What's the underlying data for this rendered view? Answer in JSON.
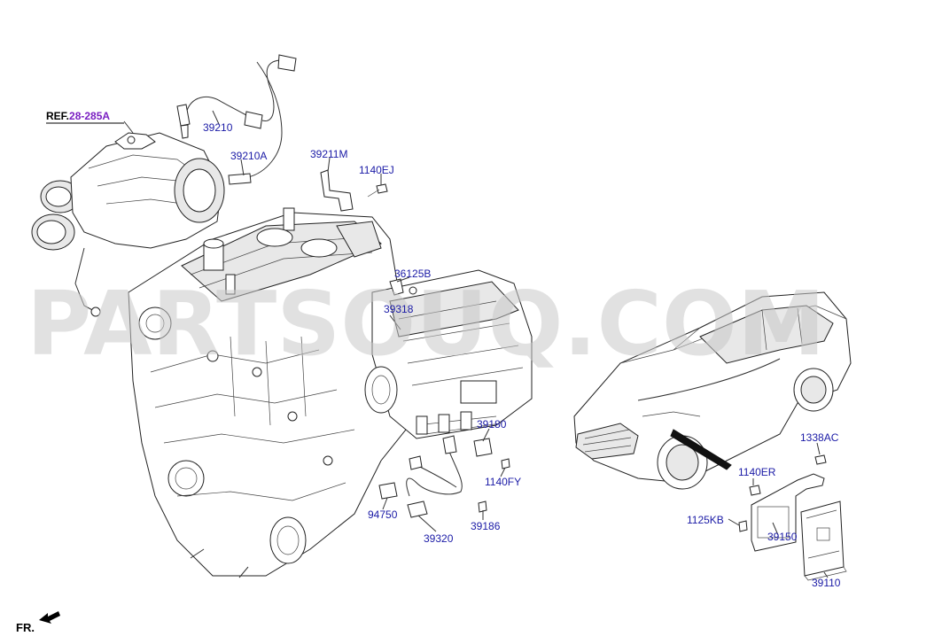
{
  "ref": {
    "prefix": "REF.",
    "code": "28-285A"
  },
  "watermark": "PARTSOUQ.COM",
  "front_label": "FR.",
  "parts": {
    "p39210": "39210",
    "p39210A": "39210A",
    "p39211M": "39211M",
    "p1140EJ": "1140EJ",
    "p36125B": "36125B",
    "p39318": "39318",
    "p39180": "39180",
    "p1140FY": "1140FY",
    "p94750": "94750",
    "p39320": "39320",
    "p39186": "39186",
    "p1338AC": "1338AC",
    "p1140ER": "1140ER",
    "p1125KB": "1125KB",
    "p39150": "39150",
    "p39110": "39110"
  },
  "colors": {
    "part_number": "#1a1aa6",
    "ref_code": "#7a1fc2"
  }
}
